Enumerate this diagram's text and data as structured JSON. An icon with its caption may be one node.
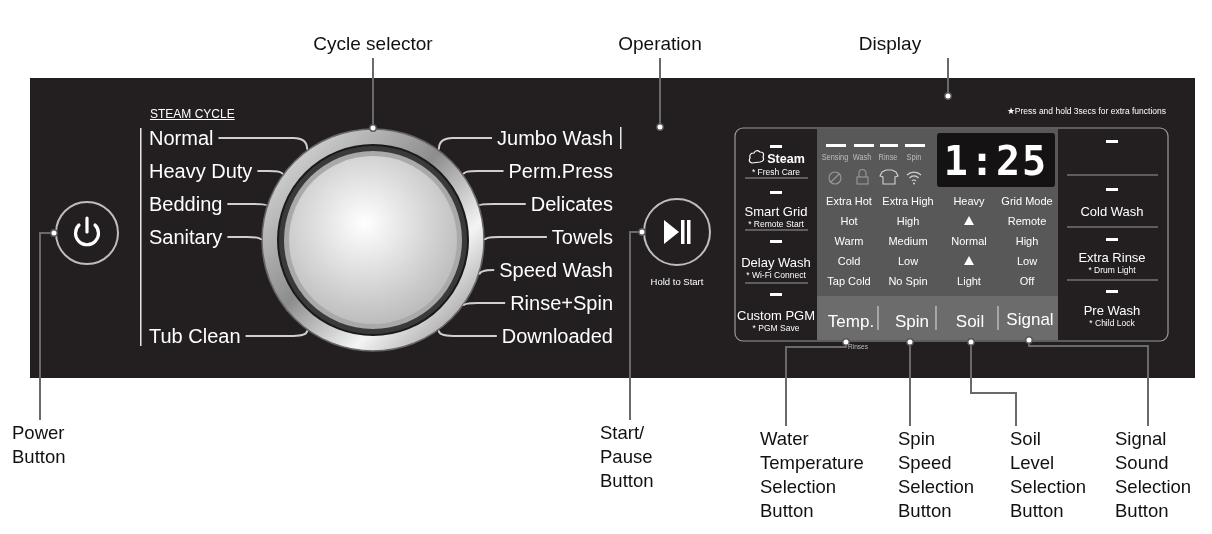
{
  "diagram": {
    "nodes": [
      {
        "text": [],
        "shape": "box"
      },
      {
        "text": [],
        "shape": "circle",
        "in": 0
      },
      {
        "text": [],
        "shape": "circle",
        "in": 0
      },
      {
        "text": [],
        "shape": "circle",
        "in": 0,
        "beside": [
          "Hold to Start"
        ]
      },
      {
        "text": [
          "★Press and hold 3secs for extra functions"
        ],
        "in": 0
      },
      {
        "text": [
          "Temp."
        ],
        "in": 4
      },
      {
        "text": [
          "Spin"
        ],
        "in": 4
      },
      {
        "text": [
          "Soil"
        ],
        "in": 4
      },
      {
        "text": [
          "Signal"
        ],
        "in": 4
      },
      {
        "text": [
          "Cycle selector"
        ]
      },
      {
        "text": [
          "Operation"
        ]
      },
      {
        "text": [
          "Display"
        ]
      },
      {
        "text": [
          "Power Button"
        ]
      },
      {
        "text": [
          "Start/ Pause Button"
        ]
      },
      {
        "text": [
          "Water Temperature Selection Button"
        ]
      },
      {
        "text": [
          "Spin Speed Selection Button"
        ]
      },
      {
        "text": [
          "Soil Level Selection Button"
        ]
      },
      {
        "text": [
          "Signal Sound Selection Button"
        ]
      },
      {
        "text": [
          "Normal"
        ],
        "in": 0
      },
      {
        "text": [
          "Heavy Duty"
        ],
        "in": 0
      },
      {
        "text": [
          "Bedding"
        ],
        "in": 0
      },
      {
        "text": [
          "Sanitary"
        ],
        "in": 0
      },
      {
        "text": [
          "Tub Clean"
        ],
        "in": 0
      },
      {
        "text": [
          "Jumbo Wash"
        ],
        "in": 0
      },
      {
        "text": [
          "Perm.Press"
        ],
        "in": 0
      },
      {
        "text": [
          "Delicates"
        ],
        "in": 0
      },
      {
        "text": [
          "Towels"
        ],
        "in": 0
      },
      {
        "text": [
          "Speed Wash"
        ],
        "in": 0
      },
      {
        "text": [
          "Rinse+Spin"
        ],
        "in": 0
      },
      {
        "text": [
          "Downloaded"
        ],
        "in": 0
      }
    ],
    "edges": [
      {
        "from": 9,
        "to": 1,
        "arrow": "other",
        "color": "#6a6a6a"
      },
      {
        "from": 10,
        "to": 0,
        "arrow": "other",
        "color": "#6a6a6a"
      },
      {
        "from": 11,
        "to": 4,
        "arrow": "other",
        "color": "#6a6a6a"
      },
      {
        "from": 12,
        "to": 2,
        "arrow": "other",
        "color": "#6a6a6a"
      },
      {
        "from": 13,
        "to": 3,
        "arrow": "other",
        "color": "#6a6a6a"
      },
      {
        "from": 14,
        "to": 5,
        "arrow": "other",
        "color": "#6a6a6a"
      },
      {
        "from": 15,
        "to": 6,
        "arrow": "other",
        "color": "#6a6a6a"
      },
      {
        "from": 16,
        "to": 7,
        "arrow": "other",
        "color": "#6a6a6a"
      },
      {
        "from": 17,
        "to": 8,
        "arrow": "other",
        "color": "#6a6a6a"
      },
      {
        "from": 18,
        "to": 1,
        "arrow": "none"
      },
      {
        "from": 19,
        "to": 1,
        "arrow": "none"
      },
      {
        "from": 20,
        "to": 1,
        "arrow": "none"
      },
      {
        "from": 21,
        "to": 1,
        "arrow": "none"
      },
      {
        "from": 22,
        "to": 1,
        "arrow": "none"
      },
      {
        "from": 23,
        "to": 1,
        "arrow": "none"
      },
      {
        "from": 24,
        "to": 1,
        "arrow": "none"
      },
      {
        "from": 25,
        "to": 1,
        "arrow": "none"
      },
      {
        "from": 26,
        "to": 1,
        "arrow": "none"
      },
      {
        "from": 27,
        "to": 1,
        "arrow": "none"
      },
      {
        "from": 28,
        "to": 1,
        "arrow": "none"
      },
      {
        "from": 29,
        "to": 1,
        "arrow": "none"
      }
    ],
    "labels": [
      "STEAM CYCLE",
      "Steam",
      "* Fresh Care",
      "Smart Grid",
      "* Remote Start",
      "Delay Wash",
      "* Wi-Fi Connect",
      "Custom PGM",
      "* PGM Save",
      "Sensing",
      "Wash",
      "Rinse",
      "Spin",
      "Extra Hot",
      "Extra High",
      "Heavy",
      "Grid Mode",
      "Hot",
      "High",
      "Remote",
      "Warm",
      "Medium",
      "Normal",
      "High",
      "Cold",
      "Low",
      "Low",
      "Tap Cold",
      "No Spin",
      "Light",
      "Off",
      "1:25",
      "Cold Wash",
      "Extra Rinse",
      "* Drum Light",
      "Pre Wash",
      "* Child Lock",
      "Rinses"
    ]
  }
}
